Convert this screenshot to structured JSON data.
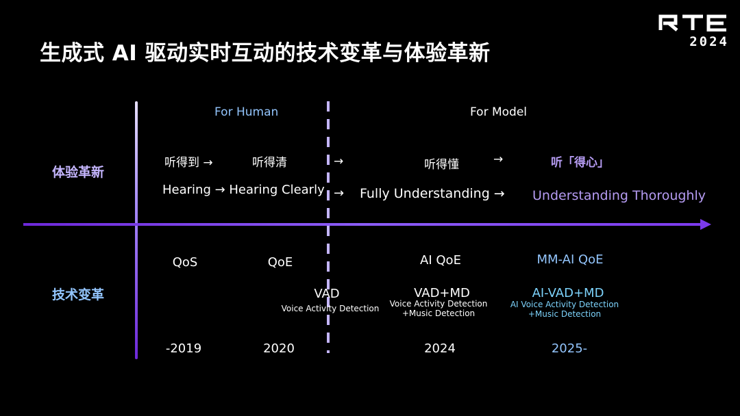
{
  "title": "生成式 AI 驱动实时互动的技术变革与体验革新",
  "logo": {
    "brand": "RTE",
    "year": "2024"
  },
  "sections": {
    "human": "For Human",
    "model": "For Model"
  },
  "rows": {
    "experience": "体验革新",
    "technology": "技术变革"
  },
  "experience": {
    "cn_hear": "听得到 →",
    "cn_clear": "听得清",
    "cn_arrow1": "→",
    "cn_understand": "听得懂",
    "cn_arrow2": "→",
    "cn_heart": "听「得心」",
    "en_hear": "Hearing → Hearing Clearly",
    "en_arrow1": "→",
    "en_understand": "Fully Understanding →",
    "en_thorough": "Understanding Thoroughly"
  },
  "technology": {
    "qos": "QoS",
    "qoe": "QoE",
    "ai_qoe": "AI QoE",
    "mm_ai_qoe": "MM-AI QoE",
    "vad": "VAD",
    "vad_sub": "Voice Activity Detection",
    "vadmd": "VAD+MD",
    "vadmd_sub1": "Voice Activity Detection",
    "vadmd_sub2": "+Music Detection",
    "aivad": "AI-VAD+MD",
    "aivad_sub1": "AI Voice Activity Detection",
    "aivad_sub2": "+Music Detection"
  },
  "years": [
    "-2019",
    "2020",
    "2024",
    "2025-"
  ],
  "colors": {
    "accent": "#7c3aed",
    "human_label": "#93c5fd",
    "highlight": "#b69cf3",
    "tech_label": "#7dd3fc"
  }
}
